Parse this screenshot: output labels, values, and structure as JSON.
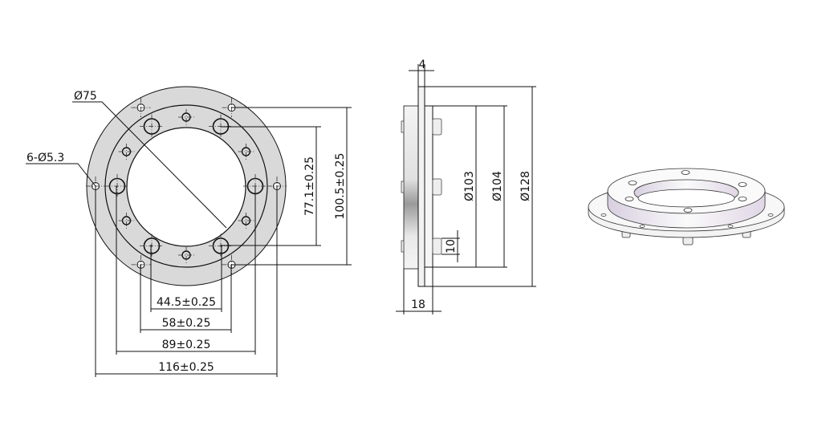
{
  "front_view": {
    "bore_diameter": "Ø75",
    "hole_callout": "6-Ø5.3",
    "dim_44_5": "44.5±0.25",
    "dim_58": "58±0.25",
    "dim_89": "89±0.25",
    "dim_116": "116±0.25",
    "dim_77_1": "77.1±0.25",
    "dim_100_5": "100.5±0.25"
  },
  "side_view": {
    "flange_thickness": "4",
    "total_thickness": "18",
    "stud_height": "10",
    "dia_103": "Ø103",
    "dia_104": "Ø104",
    "dia_128": "Ø128"
  },
  "colors": {
    "part_fill": "#d9d9d9",
    "line": "#111111",
    "iso_tint": "#e6dbe6"
  }
}
